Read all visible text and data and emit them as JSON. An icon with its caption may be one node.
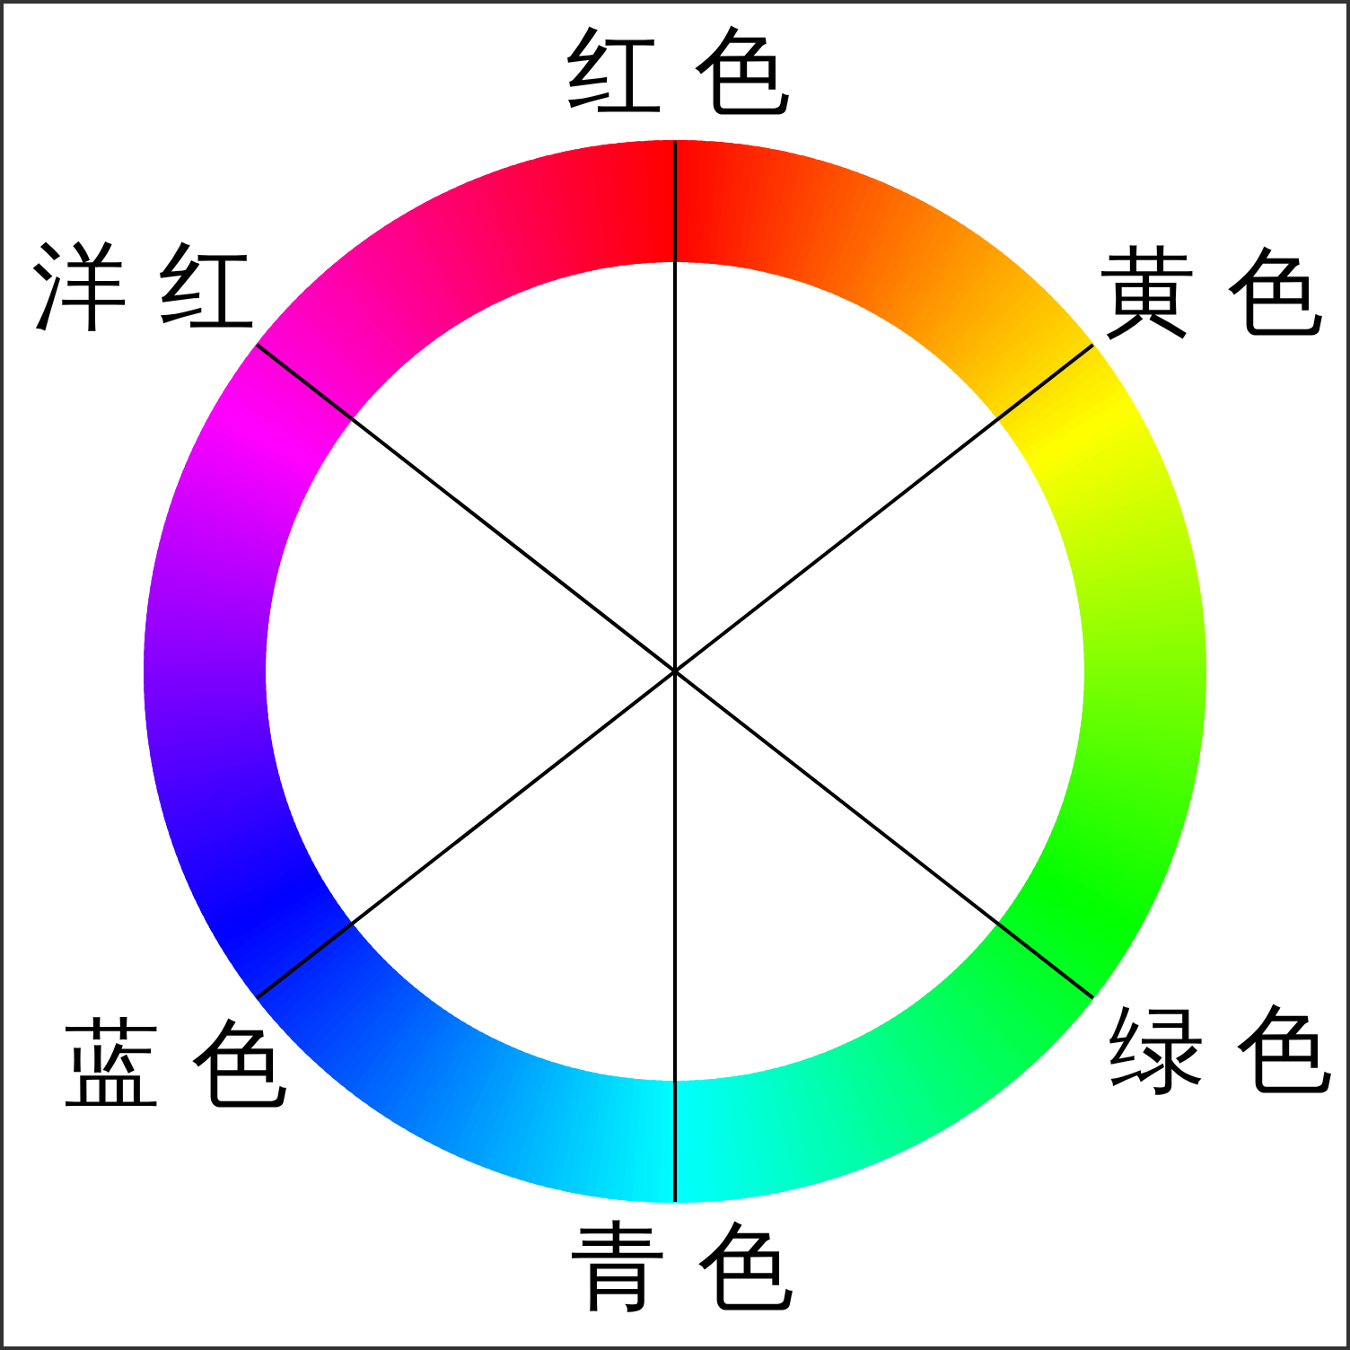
{
  "diagram": {
    "labels": [
      "红 色",
      "洋 红",
      "黄 色",
      "蓝 色",
      "绿 色",
      "青 色"
    ]
  }
}
